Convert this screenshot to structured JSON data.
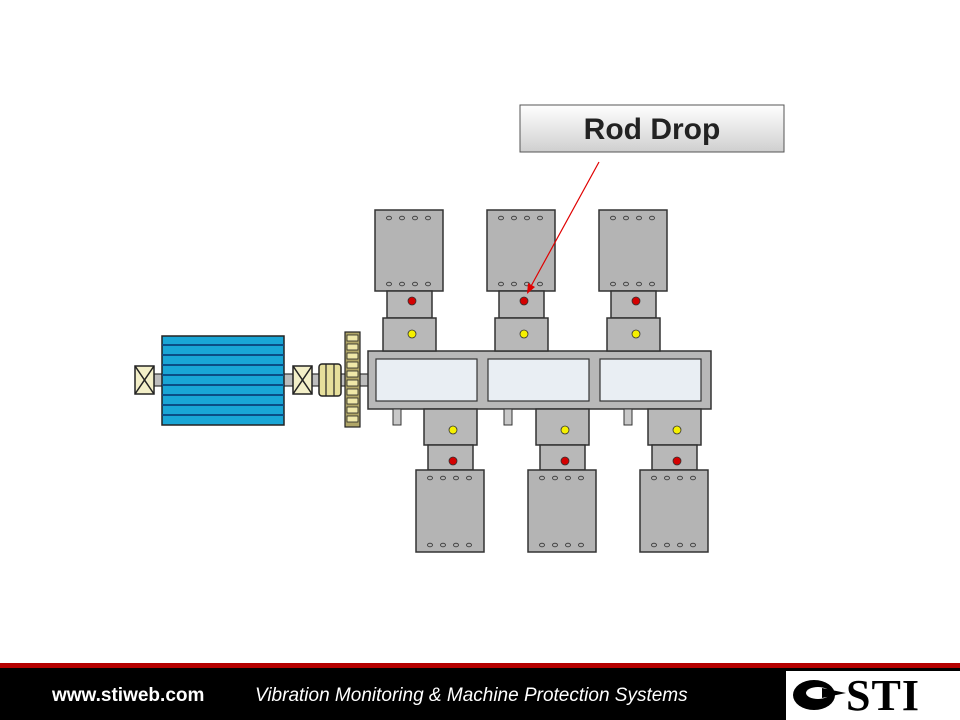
{
  "callout": {
    "label": "Rod Drop"
  },
  "footer": {
    "url": "www.stiweb.com",
    "tagline": "Vibration Monitoring & Machine Protection Systems",
    "logo_text": "STI"
  },
  "colors": {
    "motor": "#19a6d6",
    "motor_stripe": "#0a4f86",
    "cylinder": "#b4b4b4",
    "frame": "#b8b8b8",
    "sensor_red": "#d40000",
    "sensor_yellow": "#f5f000",
    "leader_line": "#e00000",
    "footer_bg": "#000000",
    "footer_rule": "#b40000"
  },
  "icons": [
    "motor-icon",
    "coupling-icon",
    "flywheel-icon",
    "compressor-cylinder-icon",
    "proximity-probe-icon",
    "sti-logo-icon"
  ]
}
